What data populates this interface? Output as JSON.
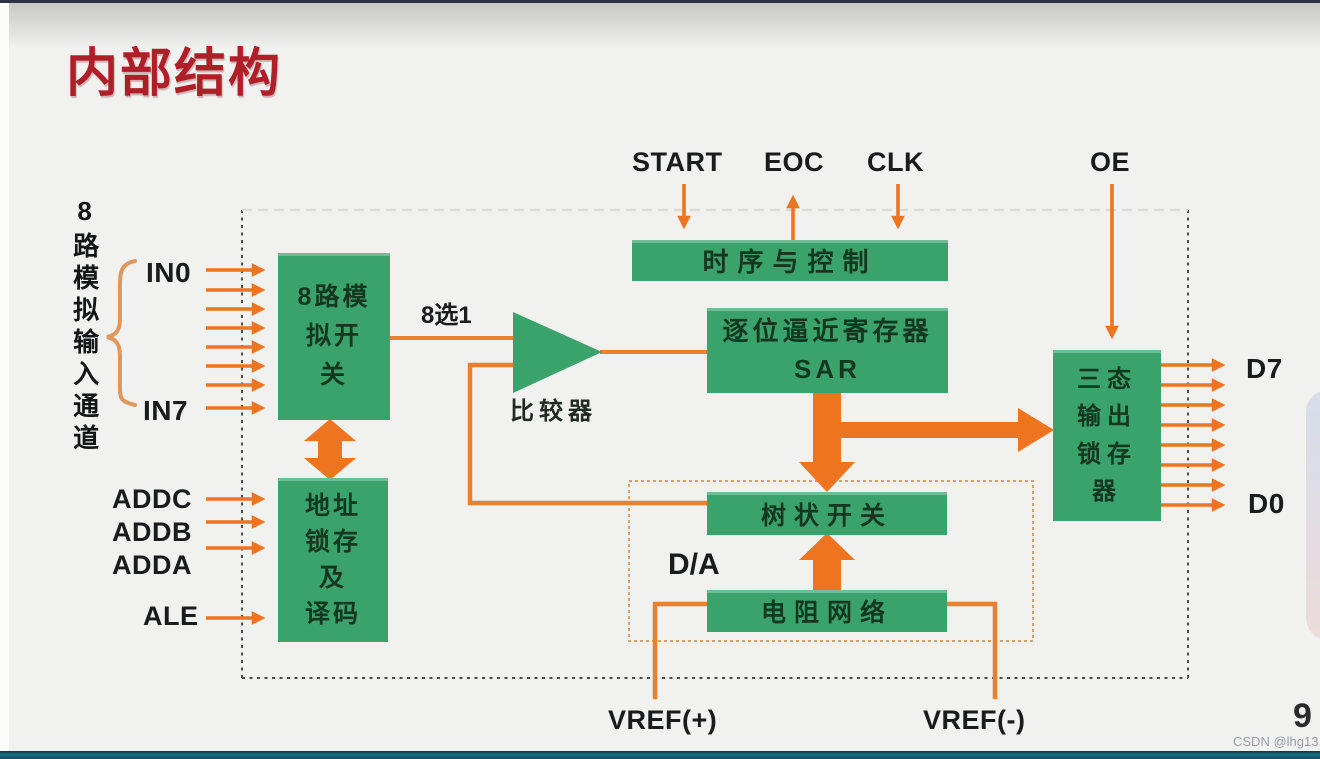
{
  "slide": {
    "title": "内部结构",
    "page_number": "9",
    "watermark": "CSDN @lhg13"
  },
  "left_inputs": {
    "group_label": "8路模拟输入通道",
    "in0": "IN0",
    "in7": "IN7"
  },
  "address_pins": {
    "addc": "ADDC",
    "addb": "ADDB",
    "adda": "ADDA",
    "ale": "ALE"
  },
  "control_pins": {
    "start": "START",
    "eoc": "EOC",
    "clk": "CLK",
    "oe": "OE"
  },
  "output_pins": {
    "d7": "D7",
    "d0": "D0"
  },
  "reference_pins": {
    "vref_plus": "VREF(+)",
    "vref_minus": "VREF(-)"
  },
  "blocks": {
    "analog_switch": "8路模\n拟开\n关",
    "address_latch": "地址\n锁存\n及\n译码",
    "timing_control": "时序与控制",
    "sar": "逐位逼近寄存器\nSAR",
    "tree_switch": "树状开关",
    "resistor_network": "电阻网络",
    "tristate_latch": "三态\n输出\n锁存\n器"
  },
  "labels": {
    "mux": "8选1",
    "comparator": "比较器",
    "da": "D/A"
  },
  "colors": {
    "block_green": "#3aa36b",
    "arrow_orange": "#ee7420",
    "title_red": "#b01e28",
    "boundary_gray": "#4a4a4a",
    "da_outline_orange": "#dfa05f",
    "bottom_bar_teal": "#136172"
  }
}
